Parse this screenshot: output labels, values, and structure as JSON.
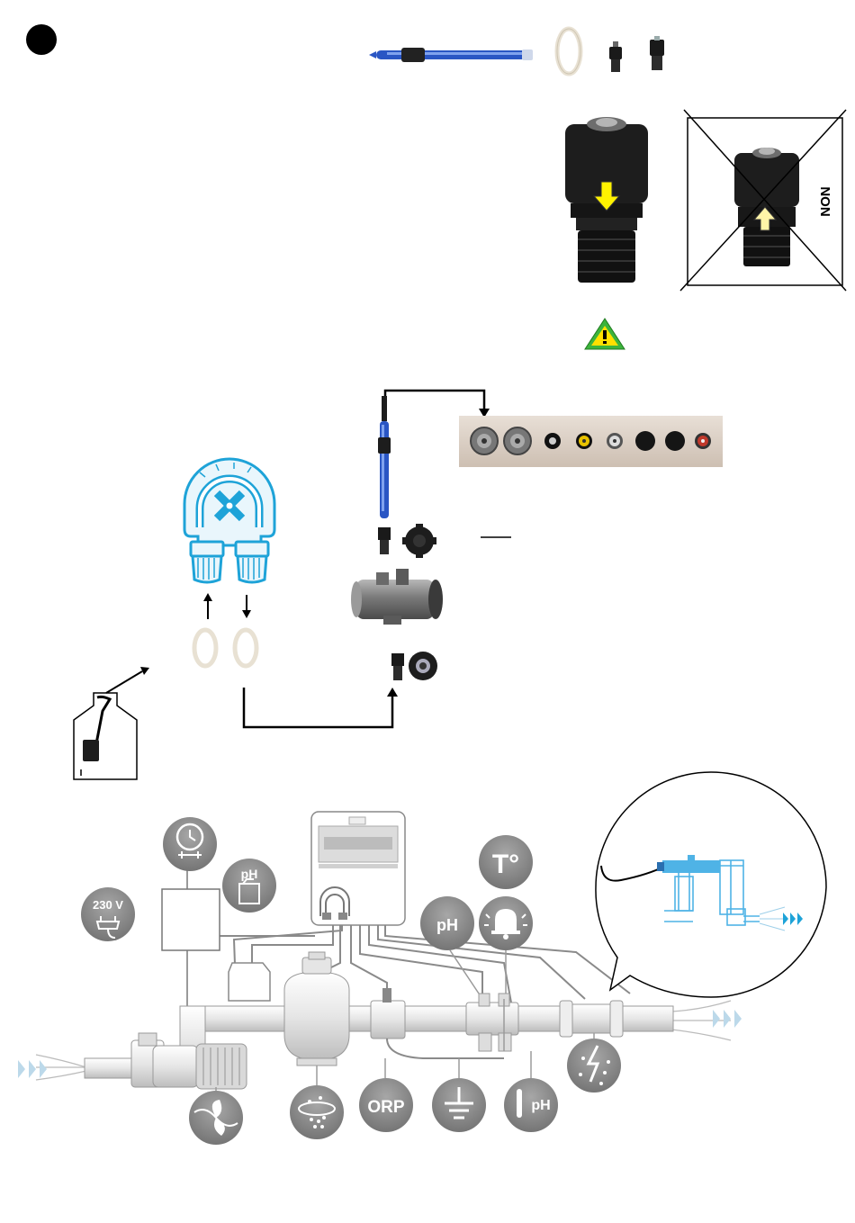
{
  "step_marker": {
    "shape": "black-dot"
  },
  "warning": {
    "label": "NON",
    "icon": "warning-triangle-icon"
  },
  "pipe_sign": {
    "voltage": "230 V"
  },
  "sensors": {
    "ph_label": "pH",
    "orp_label": "ORP",
    "temperature_label": "T°",
    "ph_tank_label": "pH",
    "ph_probe_label": "pH"
  },
  "colors": {
    "pump_blue": "#1ea3d8",
    "probe_blue": "#2a56c4",
    "icon_grey": "#8f8f8f",
    "warning_green": "#3cb43c",
    "warning_yellow": "#ffe000",
    "arrow_yellow": "#fff200",
    "flow_blue": "#4fb3e6"
  },
  "icons": [
    "step-dot-icon",
    "ph-probe-icon",
    "tube-coil-icon",
    "fitting-icon",
    "correct-fitting-photo",
    "wrong-fitting-photo",
    "warning-triangle-icon",
    "connector-panel",
    "peristaltic-pump-icon",
    "tank-icon",
    "probe-holder-icon",
    "clock-icon",
    "plug-icon",
    "ph-canister-icon",
    "thermometer-icon",
    "bell-icon",
    "ground-icon",
    "pump-motor-icon",
    "filter-icon",
    "electrolysis-icon"
  ]
}
